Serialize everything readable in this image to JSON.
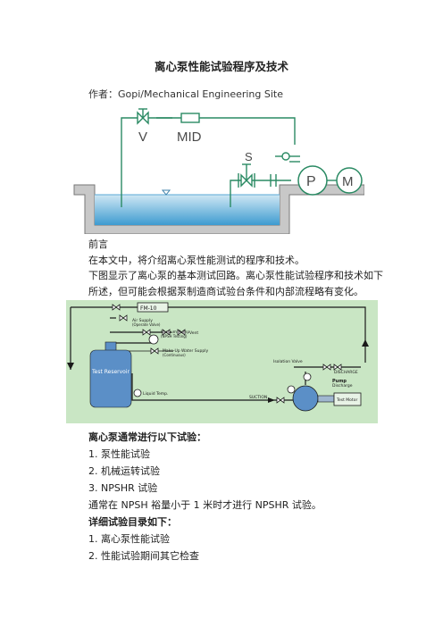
{
  "title": "离心泵性能试验程序及技术",
  "author": "作者：Gopi/Mechanical Engineering Site",
  "figure1": {
    "labels": {
      "valve": "V",
      "meter": "MID",
      "suction_valve": "S",
      "pump": "P",
      "motor": "M"
    },
    "colors": {
      "pipe": "#2a8a63",
      "water_top": "#cfe7f4",
      "water_bottom": "#3e9bd0",
      "tank": "#c8c8c8"
    }
  },
  "section_heading": "前言",
  "intro_line": "在本文中，将介绍离心泵性能测试的程序和技术。",
  "intro_para": "下图显示了离心泵的基本测试回路。离心泵性能试验程序和技术如下所述，但可能会根据泵制造商试验台条件和内部流程略有变化。",
  "figure2": {
    "labels": {
      "fm": "FM-10",
      "air_supply": "Air Supply",
      "air_supply_sub": "(Operate Valve)",
      "vacuum": "Vacuum Pump",
      "vacuum_sub": "(NPSH Testing)",
      "vent": "Vent",
      "makeup": "Make-Up Water Supply",
      "makeup_sub": "(Continuous)",
      "reservoir": "Test Reservoir",
      "liquid_temp": "Liquid Temp.",
      "suction": "SUCTION",
      "isolation": "Isolation Valve",
      "discharge": "DISCHARGE",
      "pump": "Pump",
      "pump_discharge": "Discharge",
      "motor": "Test Motor"
    },
    "colors": {
      "background": "#c9e6c4",
      "pipe": "#1a1a1a",
      "reservoir": "#5b8fc7"
    }
  },
  "tests_heading": "离心泵通常进行以下试验：",
  "tests": [
    "1. 泵性能试验",
    "2. 机械运转试验",
    "3. NPSHR 试验"
  ],
  "npsh_note": "通常在 NPSH 裕量小于 1 米时才进行 NPSHR 试验。",
  "toc_heading": "详细试验目录如下：",
  "toc": [
    "1. 离心泵性能试验",
    "2. 性能试验期间其它检查"
  ]
}
